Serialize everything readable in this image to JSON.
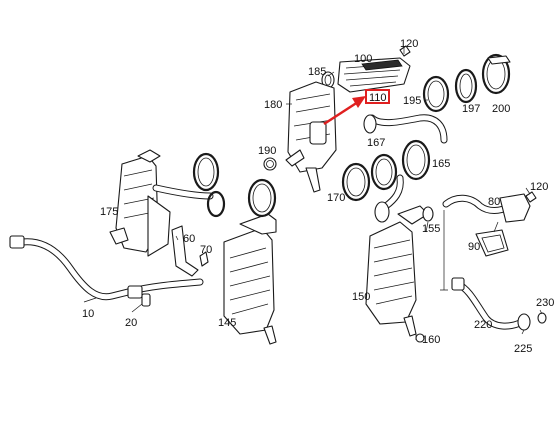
{
  "parts": {
    "p10": "10",
    "p20": "20",
    "p60": "60",
    "p70": "70",
    "p80": "80",
    "p90": "90",
    "p100": "100",
    "p110": "110",
    "p120a": "120",
    "p120b": "120",
    "p145": "145",
    "p150": "150",
    "p155": "155",
    "p160": "160",
    "p165": "165",
    "p167": "167",
    "p170": "170",
    "p175": "175",
    "p180": "180",
    "p185": "185",
    "p190": "190",
    "p195": "195",
    "p197": "197",
    "p200": "200",
    "p220": "220",
    "p225": "225",
    "p230": "230"
  },
  "highlight": {
    "part": "110",
    "color": "#e02020"
  }
}
